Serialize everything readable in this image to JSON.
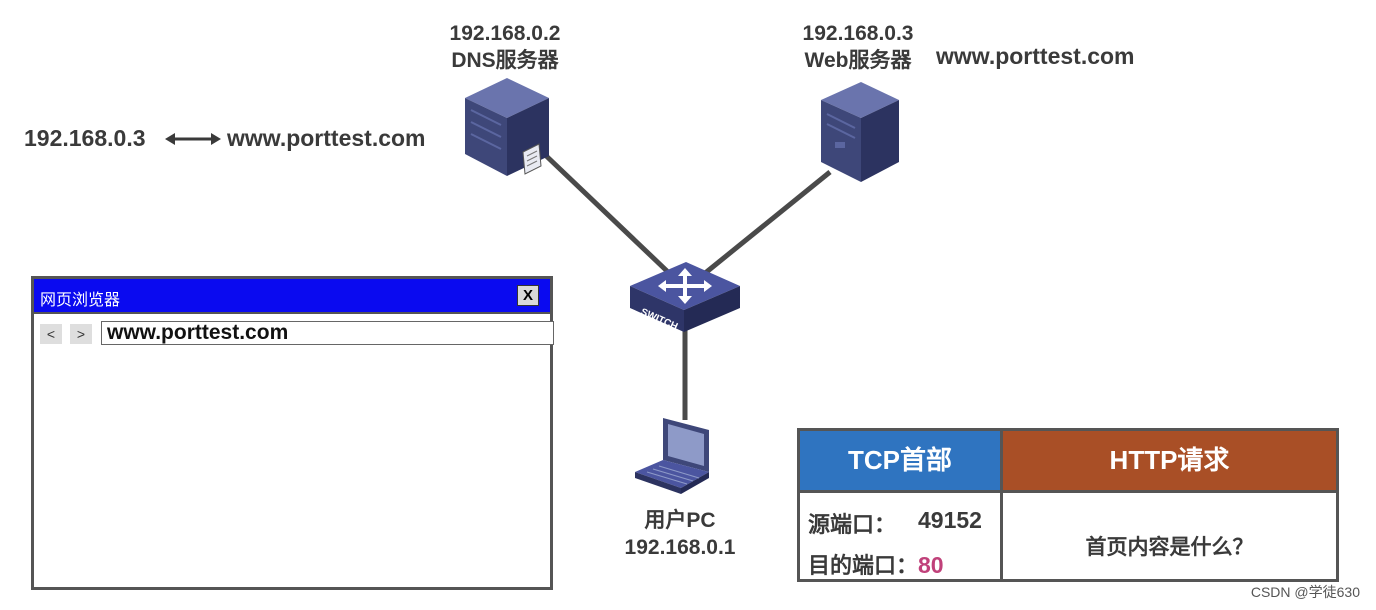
{
  "dns_server": {
    "ip": "192.168.0.2",
    "name": "DNS服务器"
  },
  "web_server": {
    "ip": "192.168.0.3",
    "name": "Web服务器",
    "domain": "www.porttest.com"
  },
  "dns_record": {
    "ip": "192.168.0.3",
    "domain": "www.porttest.com"
  },
  "switch": {
    "label": "SWITCH"
  },
  "user_pc": {
    "name": "用户PC",
    "ip": "192.168.0.1"
  },
  "browser": {
    "title": "网页浏览器",
    "close_label": "X",
    "back_label": "<",
    "forward_label": ">",
    "url": "www.porttest.com"
  },
  "packet": {
    "tcp_header_title": "TCP首部",
    "http_title": "HTTP请求",
    "src_port_label": "源端口：",
    "src_port_value": "49152",
    "dst_port_label": "目的端口：",
    "dst_port_value": "80",
    "http_content": "首页内容是什么？"
  },
  "watermark": "CSDN @学徒630",
  "colors": {
    "tcp_header": "#2f74c0",
    "http_header": "#a94f26",
    "browser_titlebar": "#0a0af0",
    "dst_port": "#c0417a"
  }
}
